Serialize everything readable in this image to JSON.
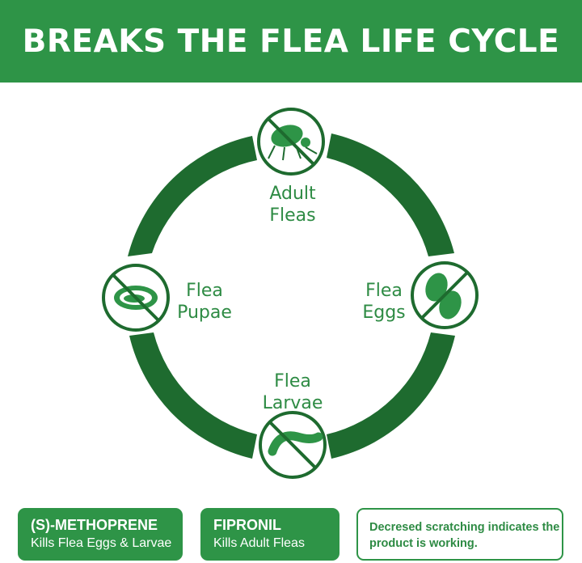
{
  "header": {
    "title": "BREAKS THE FLEA LIFE CYCLE"
  },
  "colors": {
    "brand_green": "#2e9447",
    "ring_green": "#1e6b2f",
    "text_green": "#2e8b44"
  },
  "cycle": {
    "stages": [
      {
        "line1": "Adult",
        "line2": "Fleas",
        "icon": "adult-flea-icon"
      },
      {
        "line1": "Flea",
        "line2": "Eggs",
        "icon": "flea-eggs-icon"
      },
      {
        "line1": "Flea",
        "line2": "Larvae",
        "icon": "flea-larva-icon"
      },
      {
        "line1": "Flea",
        "line2": "Pupae",
        "icon": "flea-pupa-icon"
      }
    ]
  },
  "ingredients": [
    {
      "name": "(S)-METHOPRENE",
      "effect": "Kills Flea Eggs & Larvae"
    },
    {
      "name": "FIPRONIL",
      "effect": "Kills Adult Fleas"
    }
  ],
  "note": "Decresed scratching  indicates the product is working."
}
